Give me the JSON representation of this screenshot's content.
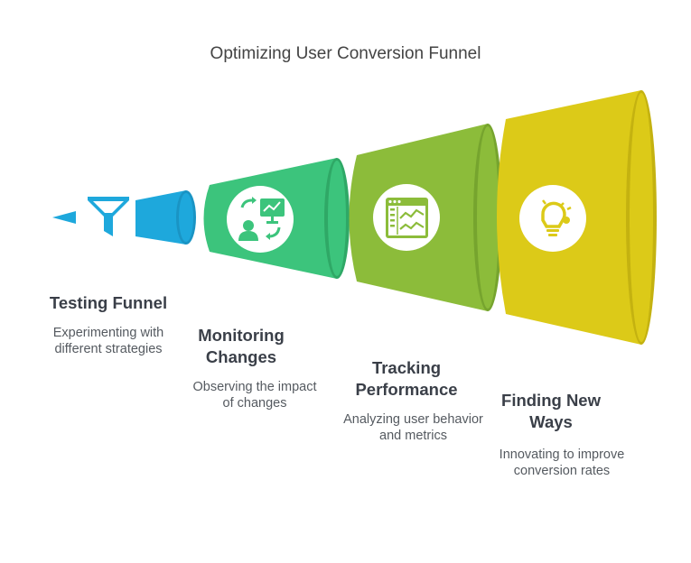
{
  "title": "Optimizing User Conversion Funnel",
  "stages": [
    {
      "title": "Testing Funnel",
      "description": "Experimenting with different strategies",
      "icon": "funnel-icon",
      "color": "#1ea8dc"
    },
    {
      "title": "Monitoring Changes",
      "description": "Observing the impact of changes",
      "icon": "monitoring-icon",
      "color": "#3cc47c"
    },
    {
      "title": "Tracking Performance",
      "description": "Analyzing user behavior and metrics",
      "icon": "dashboard-chart-icon",
      "color": "#8cbc3a"
    },
    {
      "title": "Finding New Ways",
      "description": "Innovating to improve conversion rates",
      "icon": "lightbulb-icon",
      "color": "#dcca18"
    }
  ]
}
